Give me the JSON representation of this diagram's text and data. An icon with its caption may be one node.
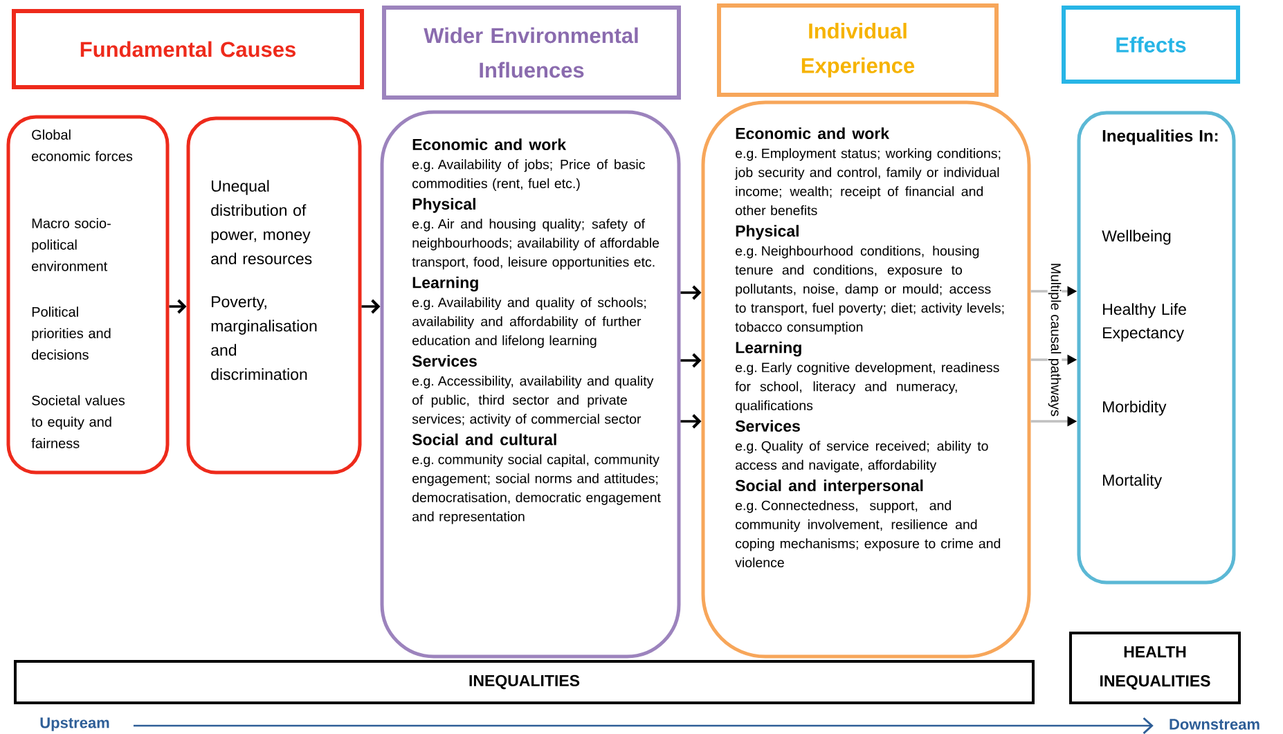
{
  "diagram": {
    "nodes": [
      {
        "text": [
          "Fundamental Causes"
        ]
      },
      {
        "text": [
          "Wider Environmental Influences"
        ]
      },
      {
        "text": [
          "Individual Experience"
        ]
      },
      {
        "text": [
          "Effects"
        ]
      },
      {
        "text": [
          "Global economic forces",
          "Macro socio-political environment",
          "Political priorities and decisions",
          "Societal values to equity and fairness"
        ]
      },
      {
        "text": [
          "Unequal distribution of power, money and resources",
          "Poverty, marginalisation and discrimination"
        ]
      },
      {
        "text": [
          "Economic and work",
          "e.g. Availability of jobs; Price of basic commodities (rent, fuel etc.)",
          "Physical",
          "e.g. Air and housing quality; safety of neighbourhoods; availability of affordable transport, food, leisure opportunities etc.",
          "Learning",
          "e.g. Availability and quality of schools; availability and affordability of further education and lifelong learning",
          "Services",
          "e.g. Accessibility, availability and quality of public, third sector and private services; activity of commercial sector",
          "Social and cultural",
          "e.g. community social capital, community engagement; social norms and attitudes; democratisation, democratic engagement and representation"
        ]
      },
      {
        "text": [
          "Economic and work",
          "e.g. Employment status; working conditions; job security and control, family or individual income; wealth; receipt of financial and other benefits",
          "Physical",
          "e.g. Neighbourhood conditions, housing tenure and conditions, exposure to pollutants, noise, damp or mould; access to transport, fuel poverty; diet; activity levels; tobacco consumption",
          "Learning",
          "e.g. Early cognitive development, readiness for school, literacy and numeracy, qualifications",
          "Services",
          "e.g. Quality of service received; ability to access and navigate, affordability",
          "Social and interpersonal",
          "e.g. Connectedness, support, and community involvement, resilience and coping mechanisms; exposure to crime and violence"
        ]
      },
      {
        "text": [
          "Inequalities In:",
          "Wellbeing",
          "Healthy Life Expectancy",
          "Morbidity",
          "Mortality"
        ]
      },
      {
        "text": [
          "INEQUALITIES"
        ]
      },
      {
        "text": [
          "HEALTH INEQUALITIES"
        ]
      },
      {
        "text": [
          "Upstream"
        ]
      },
      {
        "text": [
          "Downstream"
        ]
      }
    ],
    "edges": [
      {
        "from": 4,
        "to": 5,
        "arrow": "to"
      },
      {
        "from": 5,
        "to": 6,
        "arrow": "to"
      },
      {
        "from": 6,
        "to": 7,
        "arrow": "to"
      },
      {
        "from": 6,
        "to": 7,
        "arrow": "to"
      },
      {
        "from": 6,
        "to": 7,
        "arrow": "to"
      },
      {
        "from": 7,
        "to": 8,
        "arrow": "to",
        "color": "#c0c0c0"
      },
      {
        "from": 7,
        "to": 8,
        "arrow": "to",
        "color": "#c0c0c0"
      },
      {
        "from": 7,
        "to": 8,
        "arrow": "to",
        "color": "#c0c0c0"
      },
      {
        "from": 11,
        "to": 12,
        "arrow": "to",
        "color": "#2e5e97"
      }
    ],
    "labels": [
      "Multiple causal pathways"
    ]
  }
}
